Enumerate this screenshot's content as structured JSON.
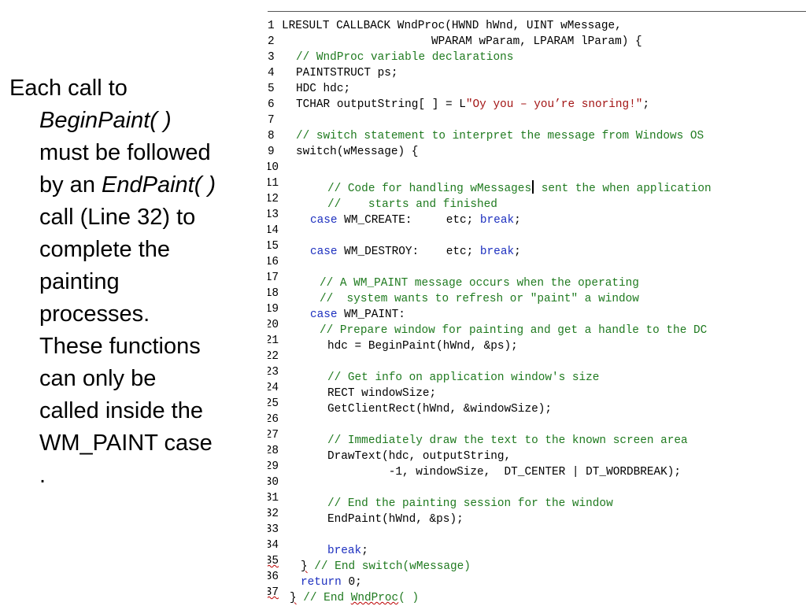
{
  "description_lines": [
    "Each call to",
    "BeginPaint( )",
    "must be followed",
    "by an ",
    "EndPaint( )",
    "call (Line 32) to",
    "complete the",
    "painting",
    "processes.",
    "These functions",
    "can only be",
    "called inside the",
    "WM_PAINT case",
    "."
  ],
  "code": {
    "line_numbers": [
      "1",
      "2",
      "3",
      "4",
      "5",
      "6",
      "7",
      "8",
      "9",
      "10",
      "11",
      "12",
      "13",
      "14",
      "15",
      "16",
      "17",
      "18",
      "19",
      "20",
      "21",
      "22",
      "23",
      "24",
      "25",
      "26",
      "27",
      "28",
      "29",
      "30",
      "31",
      "32",
      "33",
      "34",
      "35",
      "36",
      "37"
    ],
    "text": {
      "l1": "LRESULT CALLBACK WndProc(HWND hWnd, UINT wMessage,",
      "l2": "                      WPARAM wParam, LPARAM lParam) {",
      "l3": "// WndProc variable declarations",
      "l4": "PAINTSTRUCT ps;",
      "l5": "HDC hdc;",
      "l6a": "TCHAR outputString[ ] = L",
      "l6b": "\"Oy you – you’re snoring!\"",
      "l6c": ";",
      "l8": "// switch statement to interpret the message from Windows OS",
      "l9": "switch(wMessage) {",
      "l11a": "// Code for handling wMessages",
      "l11b": " sent the when application",
      "l12": "//    starts and finished",
      "l13a": "case",
      "l13b": " WM_CREATE:     etc; ",
      "l13c": "break",
      "l13d": ";",
      "l15a": "case",
      "l15b": " WM_DESTROY:    etc; ",
      "l15c": "break",
      "l15d": ";",
      "l17": "// A WM_PAINT message occurs when the operating",
      "l18": "//  system wants to refresh or \"paint\" a window",
      "l19a": "case",
      "l19b": " WM_PAINT:",
      "l20": "// Prepare window for painting and get a handle to the DC",
      "l21": "hdc = BeginPaint(hWnd, &ps);",
      "l23": "// Get info on application window's size",
      "l24": "RECT windowSize;",
      "l25": "GetClientRect(hWnd, &windowSize);",
      "l27": "// Immediately draw the text to the known screen area",
      "l28": "DrawText(hdc, outputString,",
      "l29": "         -1, windowSize,  DT_CENTER | DT_WORDBREAK);",
      "l31": "// End the painting session for the window",
      "l32": "EndPaint(hWnd, &ps);",
      "l34": "break",
      "l34b": ";",
      "l35a": "}",
      "l35b": " // End switch(wMessage)",
      "l36a": "return",
      "l36b": " 0;",
      "l37a": "}",
      "l37b": " // End ",
      "l37c": "WndProc",
      "l37d": "( )"
    }
  },
  "colors": {
    "comment": "#1f7a1f",
    "keyword": "#1c2fbf",
    "string": "#a31515"
  }
}
